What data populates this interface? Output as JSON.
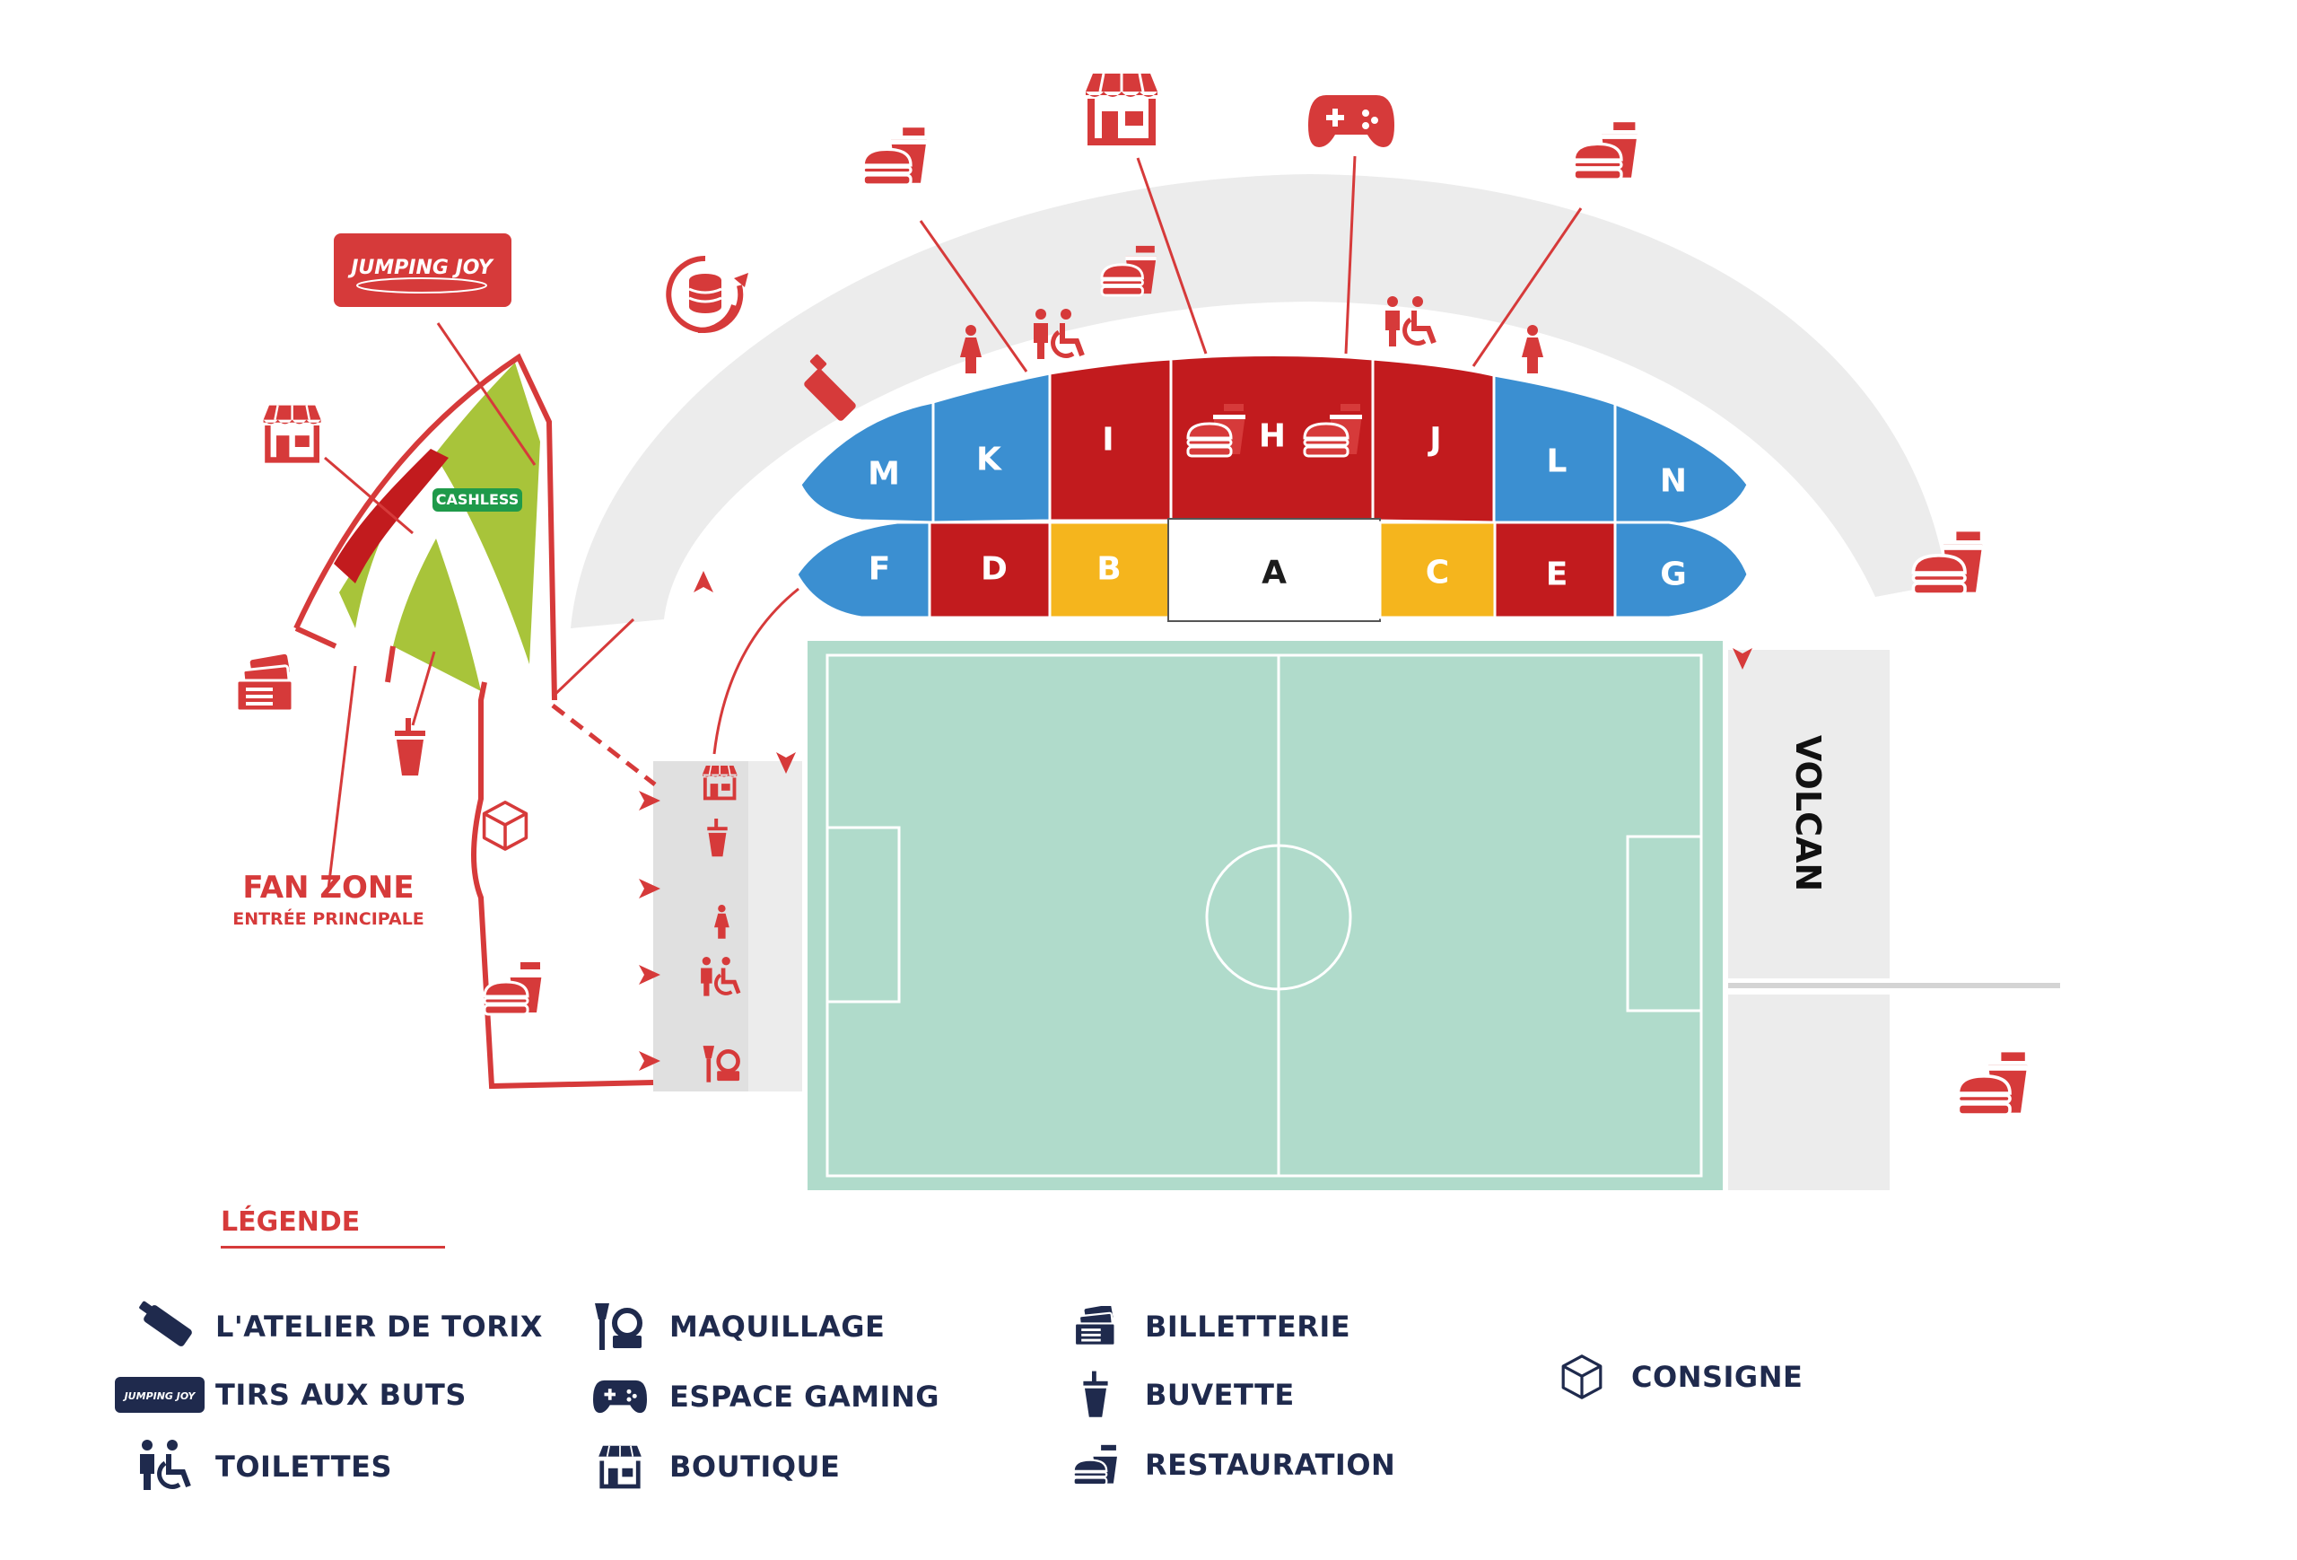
{
  "sections_north": [
    {
      "id": "M",
      "color": "#3b8fd1"
    },
    {
      "id": "K",
      "color": "#3b8fd1"
    },
    {
      "id": "I",
      "color": "#c21b1e"
    },
    {
      "id": "H",
      "color": "#c21b1e"
    },
    {
      "id": "J",
      "color": "#c21b1e"
    },
    {
      "id": "L",
      "color": "#3b8fd1"
    },
    {
      "id": "N",
      "color": "#3b8fd1"
    }
  ],
  "sections_south": [
    {
      "id": "F",
      "color": "#3b8fd1"
    },
    {
      "id": "D",
      "color": "#c21b1e"
    },
    {
      "id": "B",
      "color": "#f5b51d"
    },
    {
      "id": "A",
      "color": "#ffffff"
    },
    {
      "id": "C",
      "color": "#f5b51d"
    },
    {
      "id": "E",
      "color": "#c21b1e"
    },
    {
      "id": "G",
      "color": "#3b8fd1"
    }
  ],
  "labels": {
    "fan_zone": "FAN ZONE",
    "main_entrance": "ENTRÉE PRINCIPALE",
    "cashless": "CASHLESS",
    "volcan": "VOLCAN",
    "jumping_joy": "JUMPING JOY",
    "jumping_joy_small": "JUMPING JOY"
  },
  "legend": {
    "title": "LÉGENDE",
    "items": [
      {
        "label": "L'ATELIER DE TORIX",
        "icon": "marker-icon"
      },
      {
        "label": "TIRS AUX BUTS",
        "icon": "jumping-joy-icon"
      },
      {
        "label": "TOILETTES",
        "icon": "toilets-icon"
      },
      {
        "label": "MAQUILLAGE",
        "icon": "makeup-icon"
      },
      {
        "label": "ESPACE GAMING",
        "icon": "gamepad-icon"
      },
      {
        "label": "BOUTIQUE",
        "icon": "shop-icon"
      },
      {
        "label": "BILLETTERIE",
        "icon": "ticket-icon"
      },
      {
        "label": "BUVETTE",
        "icon": "drink-icon"
      },
      {
        "label": "RESTAURATION",
        "icon": "food-icon"
      },
      {
        "label": "CONSIGNE",
        "icon": "locker-icon"
      }
    ]
  },
  "colors": {
    "red": "#d63a3a",
    "dark_red": "#c21b1e",
    "blue": "#3b8fd1",
    "yellow": "#f5b51d",
    "pitch": "#b0dbcb",
    "lime": "#a8c43a",
    "gray": "#ececec",
    "navy": "#1f2a4d",
    "cashless_green": "#1f9a4a"
  }
}
